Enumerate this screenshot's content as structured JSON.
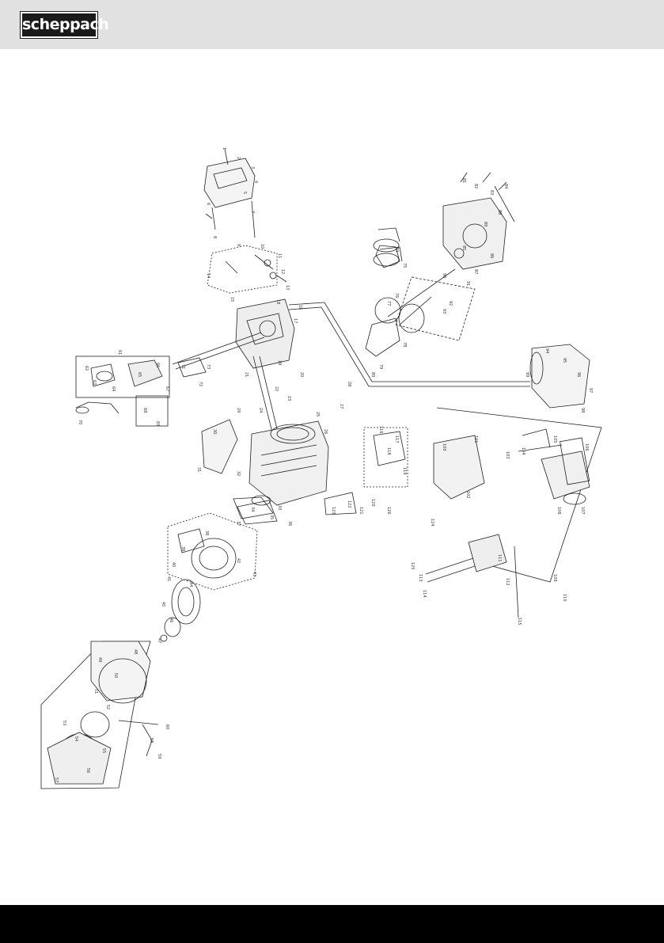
{
  "header": {
    "brand": "scheppach",
    "background": "#e1e1e1"
  },
  "footer": {
    "background": "#000000"
  },
  "diagram": {
    "ink": "#222222",
    "callouts": [
      "1",
      "2",
      "3",
      "4",
      "5",
      "6",
      "7",
      "8",
      "9",
      "10",
      "11",
      "12",
      "13",
      "14",
      "15",
      "16",
      "17",
      "18",
      "19",
      "20",
      "21",
      "22",
      "23",
      "24",
      "25",
      "26",
      "27",
      "28",
      "29",
      "30",
      "31",
      "32",
      "33",
      "34",
      "35",
      "36",
      "37",
      "38",
      "39",
      "40",
      "41",
      "42",
      "43",
      "44",
      "45",
      "46",
      "47",
      "48",
      "49",
      "50",
      "51",
      "52",
      "53",
      "54",
      "55",
      "56",
      "57",
      "58",
      "59",
      "60",
      "61",
      "62",
      "63",
      "64",
      "65",
      "66",
      "67",
      "68",
      "69",
      "70",
      "71",
      "72",
      "73",
      "74",
      "75",
      "76",
      "77",
      "78",
      "79",
      "80",
      "81",
      "82",
      "83",
      "84",
      "85",
      "86",
      "87",
      "88",
      "89",
      "90",
      "91",
      "92",
      "93",
      "94",
      "95",
      "96",
      "97",
      "98",
      "99",
      "100",
      "101",
      "102",
      "103",
      "104",
      "105",
      "106",
      "107",
      "108",
      "109",
      "110",
      "111",
      "112",
      "113",
      "114",
      "115",
      "116",
      "117",
      "118",
      "119",
      "120",
      "121",
      "122",
      "123",
      "124",
      "125",
      "126"
    ]
  }
}
